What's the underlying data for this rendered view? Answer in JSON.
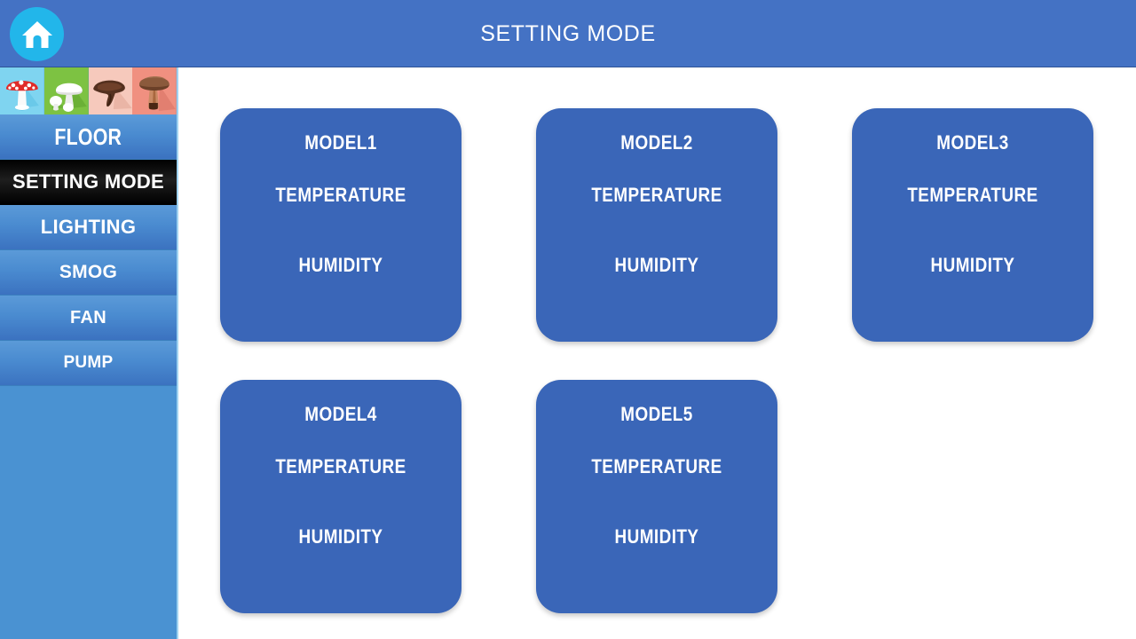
{
  "header": {
    "title": "SETTING MODE",
    "home_icon": "home-icon",
    "bar_color": "#4472C4",
    "home_circle_color": "#22B6EA"
  },
  "sidebar": {
    "background_color": "#4A92D2",
    "border_color": "#9FD2F0",
    "mushroom_tiles": [
      {
        "name": "amanita-mushroom-icon",
        "bg": "#7FD4F0",
        "cap": "#E03030",
        "stem": "#F2F2F2"
      },
      {
        "name": "button-mushroom-icon",
        "bg": "#7DC242",
        "cap": "#FFFFFF",
        "stem": "#EDEDED"
      },
      {
        "name": "oyster-mushroom-icon",
        "bg": "#F6C9BC",
        "cap": "#4A2A1C",
        "stem": "#6B3B26"
      },
      {
        "name": "bolete-mushroom-icon",
        "bg": "#F09080",
        "cap": "#8B5A3C",
        "stem": "#C99878"
      }
    ],
    "items": [
      {
        "label": "FLOOR",
        "state": "normal",
        "size": "xl"
      },
      {
        "label": "SETTING MODE",
        "state": "active",
        "size": "lg"
      },
      {
        "label": "LIGHTING",
        "state": "normal",
        "size": "lg"
      },
      {
        "label": "SMOG",
        "state": "normal",
        "size": "md"
      },
      {
        "label": "FAN",
        "state": "normal",
        "size": "sm"
      },
      {
        "label": "PUMP",
        "state": "normal",
        "size": "xs"
      }
    ]
  },
  "main": {
    "card_color": "#3A66B8",
    "cards": [
      {
        "title": "MODEL1",
        "temperature_label": "TEMPERATURE",
        "humidity_label": "HUMIDITY"
      },
      {
        "title": "MODEL2",
        "temperature_label": "TEMPERATURE",
        "humidity_label": "HUMIDITY"
      },
      {
        "title": "MODEL3",
        "temperature_label": "TEMPERATURE",
        "humidity_label": "HUMIDITY"
      },
      {
        "title": "MODEL4",
        "temperature_label": "TEMPERATURE",
        "humidity_label": "HUMIDITY"
      },
      {
        "title": "MODEL5",
        "temperature_label": "TEMPERATURE",
        "humidity_label": "HUMIDITY"
      }
    ]
  }
}
